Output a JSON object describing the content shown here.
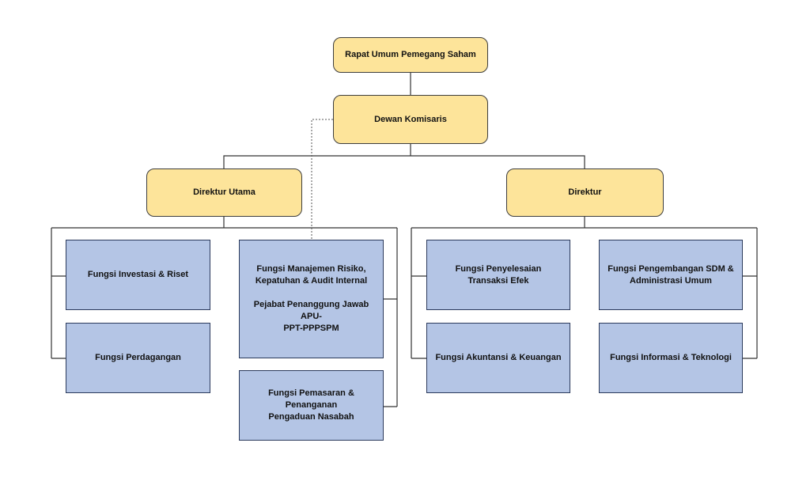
{
  "org": {
    "rups": "Rapat Umum Pemegang Saham",
    "dewan_komisaris": "Dewan Komisaris",
    "direktur_utama": "Direktur Utama",
    "direktur": "Direktur",
    "fungsi_investasi": "Fungsi Investasi & Riset",
    "fungsi_perdagangan": "Fungsi Perdagangan",
    "fungsi_manajemen_risiko": "Fungsi Manajemen Risiko,",
    "fungsi_manajemen_risiko_2": "Kepatuhan & Audit Internal",
    "pejabat_apu": "Pejabat Penanggung Jawab APU-",
    "pejabat_apu_2": "PPT-PPPSPM",
    "fungsi_pemasaran": "Fungsi Pemasaran & Penanganan",
    "fungsi_pemasaran_2": "Pengaduan Nasabah",
    "fungsi_penyelesaian": "Fungsi Penyelesaian Transaksi Efek",
    "fungsi_akuntansi": "Fungsi Akuntansi & Keuangan",
    "fungsi_sdm": "Fungsi Pengembangan SDM &",
    "fungsi_sdm_2": "Administrasi Umum",
    "fungsi_it": "Fungsi Informasi & Teknologi"
  },
  "colors": {
    "executive_fill": "#fde49a",
    "function_fill": "#b4c5e5",
    "line": "#333333"
  }
}
